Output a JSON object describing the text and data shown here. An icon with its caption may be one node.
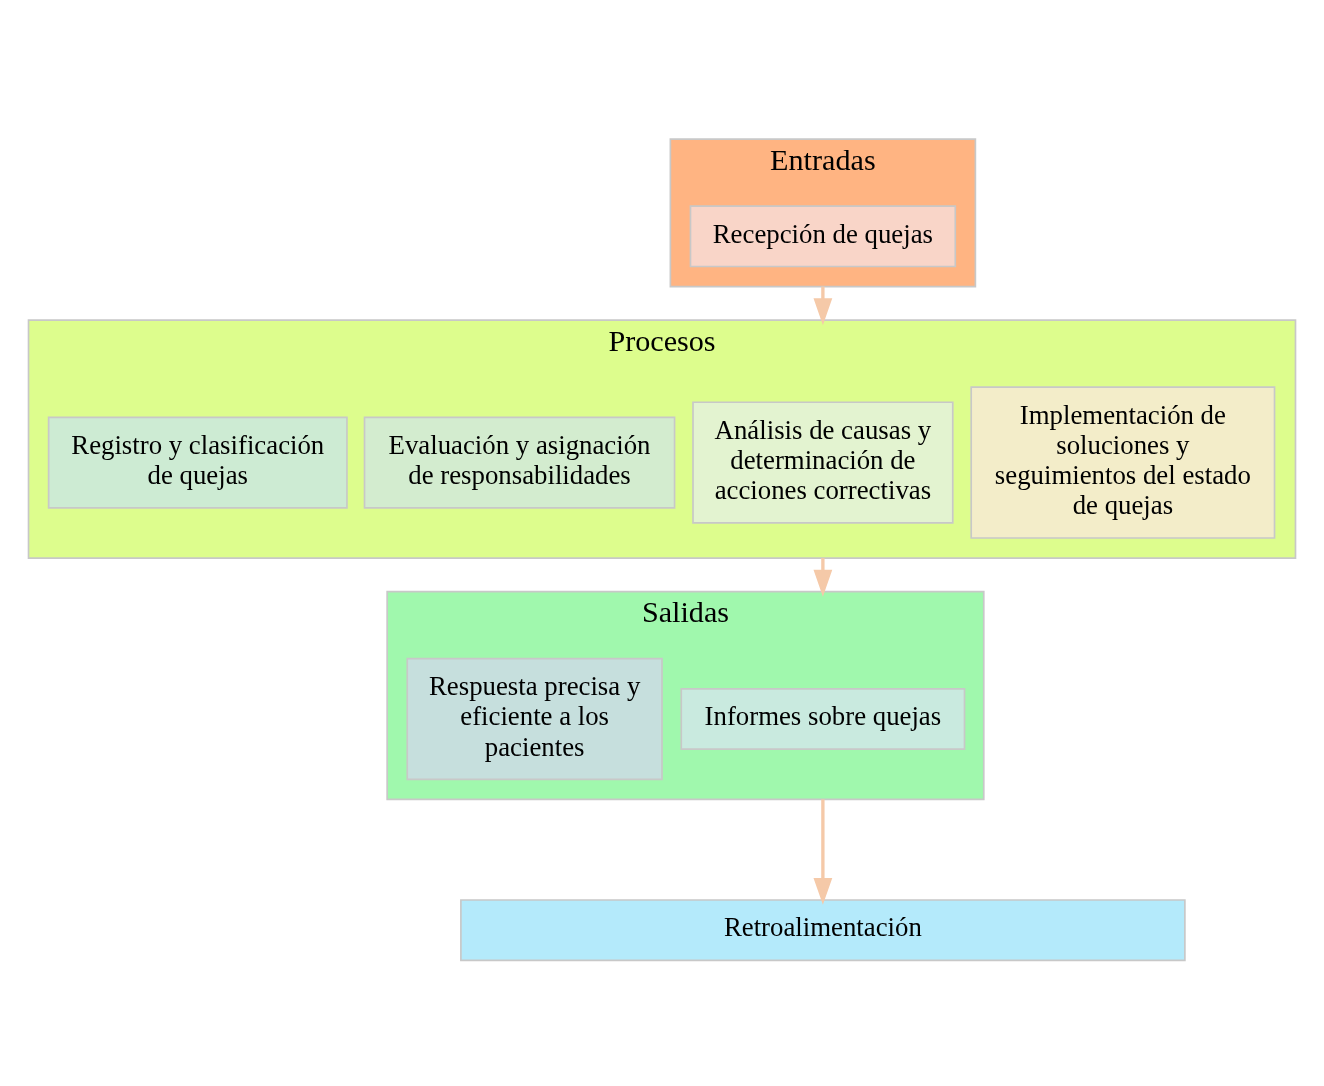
{
  "diagram": {
    "nodes": [
      {
        "text": [
          "Entradas"
        ]
      },
      {
        "text": [
          "Recepción de quejas"
        ],
        "in": 0
      },
      {
        "text": [
          "Procesos"
        ]
      },
      {
        "text": [
          "Registro y clasificación de quejas"
        ],
        "in": 2
      },
      {
        "text": [
          "Evaluación y asignación de responsabilidades"
        ],
        "in": 2
      },
      {
        "text": [
          "Análisis de causas y determinación de acciones correctivas"
        ],
        "in": 2
      },
      {
        "text": [
          "Implementación de soluciones y seguimientos del estado de quejas"
        ],
        "in": 2
      },
      {
        "text": [
          "Salidas"
        ]
      },
      {
        "text": [
          "Respuesta precisa y eficiente a los pacientes"
        ],
        "in": 7
      },
      {
        "text": [
          "Informes sobre quejas"
        ],
        "in": 7
      },
      {
        "text": [
          "Retroalimentación"
        ]
      }
    ],
    "edges": [
      {
        "from": 0,
        "to": 2,
        "arrow": "to"
      },
      {
        "from": 2,
        "to": 7,
        "arrow": "to"
      },
      {
        "from": 7,
        "to": 10,
        "arrow": "to"
      }
    ]
  }
}
